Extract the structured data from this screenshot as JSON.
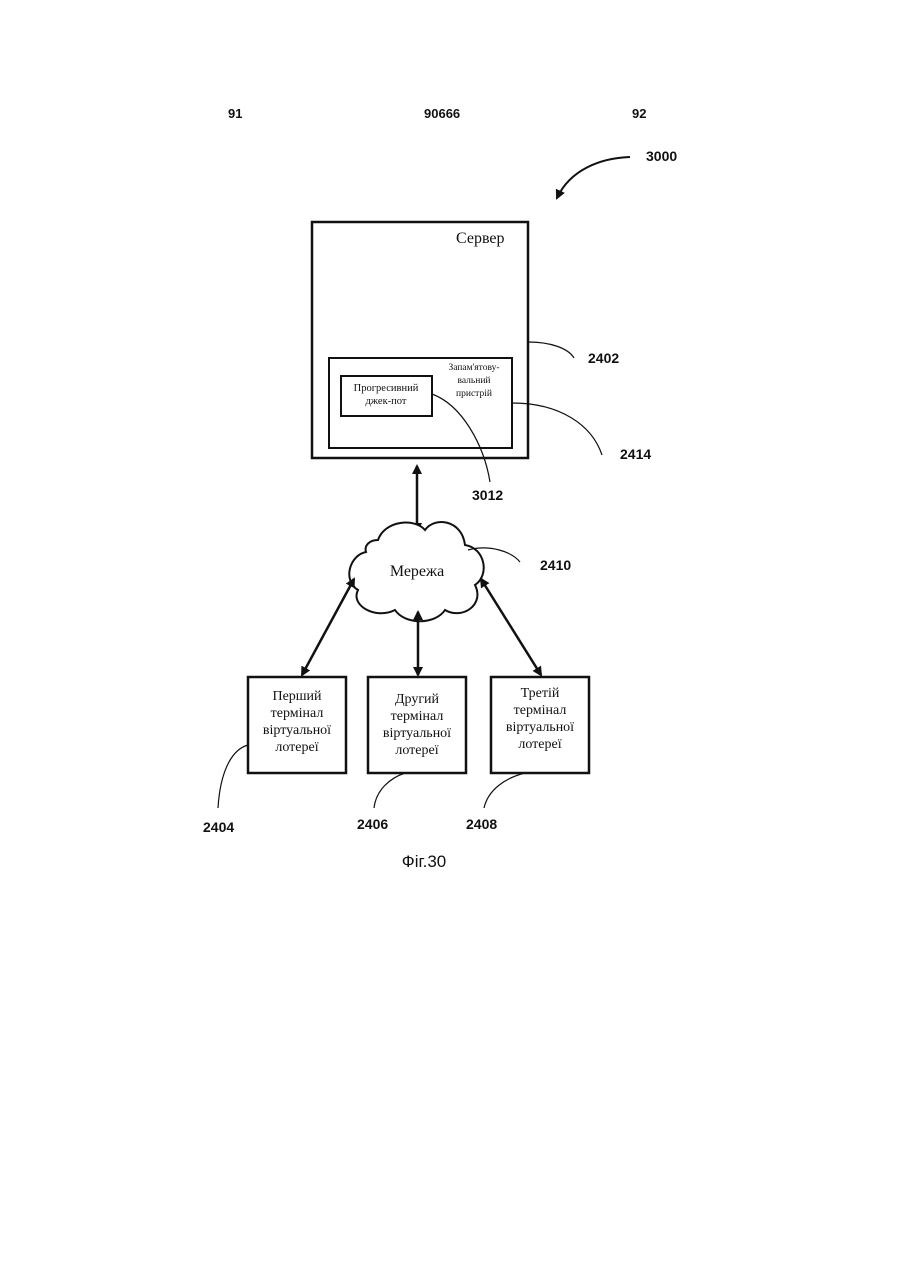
{
  "header": {
    "left": "91",
    "center": "90666",
    "right": "92"
  },
  "diagram": {
    "ref_main": "3000",
    "server": {
      "label": "Сервер",
      "ref": "2402"
    },
    "storage": {
      "label_line1": "Запам'ятову-",
      "label_line2": "вальний",
      "label_line3": "пристрій",
      "ref": "2414"
    },
    "jackpot": {
      "label_line1": "Прогресивний",
      "label_line2": "джек-пот",
      "ref": "3012"
    },
    "network": {
      "label": "Мережа",
      "ref": "2410"
    },
    "terminals": [
      {
        "line1": "Перший",
        "line2": "термінал",
        "line3": "віртуальної",
        "line4": "лотереї",
        "ref": "2404"
      },
      {
        "line1": "Другий",
        "line2": "термінал",
        "line3": "віртуальної",
        "line4": "лотереї",
        "ref": "2406"
      },
      {
        "line1": "Третій",
        "line2": "термінал",
        "line3": "віртуальної",
        "line4": "лотереї",
        "ref": "2408"
      }
    ],
    "caption": "Фіг.30"
  }
}
